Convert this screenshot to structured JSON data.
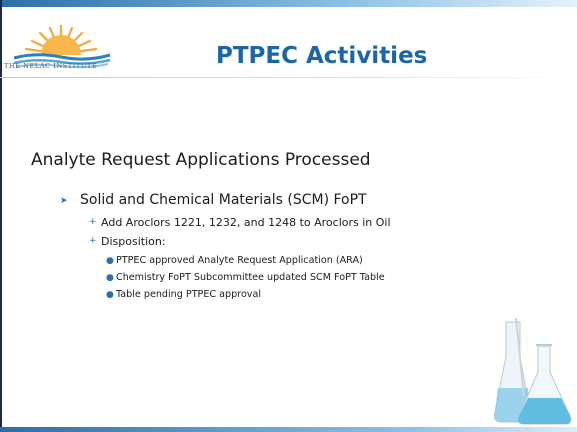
{
  "slide": {
    "title": "PTPEC Activities",
    "heading": "Analyte Request Applications Processed",
    "logo_text": "THE NELAC INSTITUTE",
    "items": [
      {
        "text": "Solid and Chemical Materials (SCM) FoPT",
        "children": [
          {
            "text": "Add Aroclors 1221, 1232, and 1248 to Aroclors in Oil"
          },
          {
            "text": "Disposition:",
            "children": [
              {
                "text": "PTPEC approved Analyte Request Application (ARA)"
              },
              {
                "text": "Chemistry FoPT Subcommittee updated SCM FoPT Table"
              },
              {
                "text": "Table pending PTPEC approval"
              }
            ]
          }
        ]
      }
    ]
  },
  "colors": {
    "title": "#1a66a8",
    "accent": "#2d6fa8",
    "text": "#1c1c1c"
  }
}
